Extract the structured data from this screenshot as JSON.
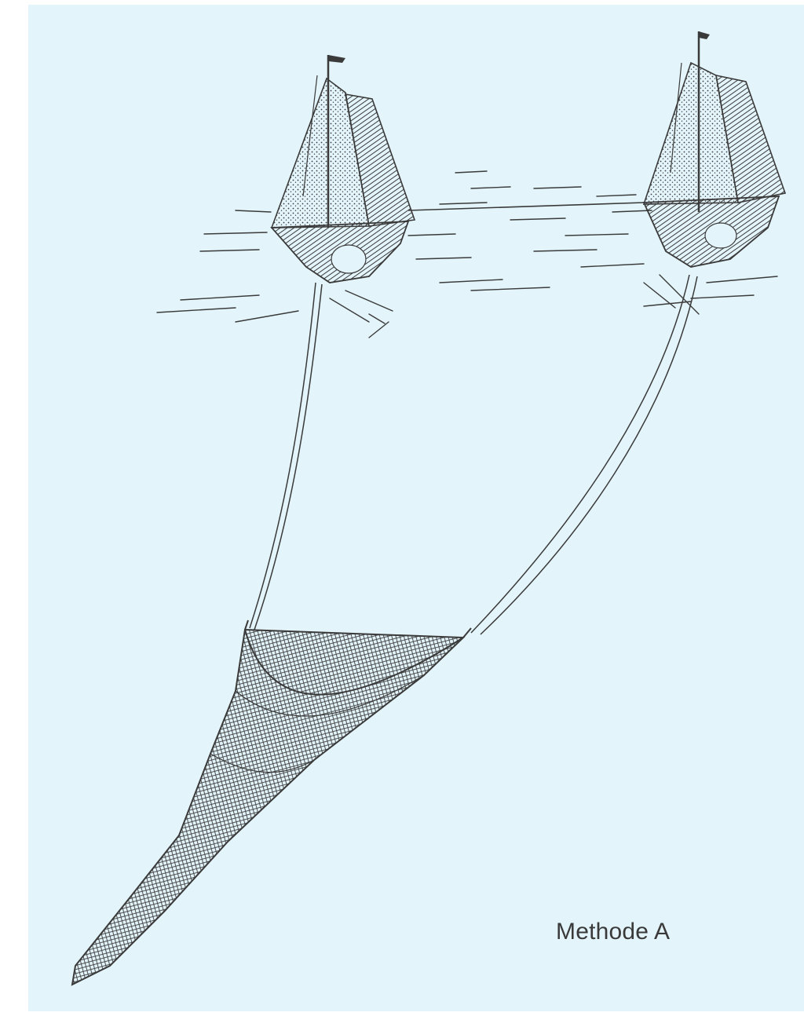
{
  "figure": {
    "caption": "Methode A",
    "background_color": "#e3f4fa",
    "ink_color": "#3a3a3a",
    "elements": [
      "sailboat-left-icon",
      "sailboat-right-icon",
      "water-surface",
      "tow-rope-left",
      "tow-rope-right",
      "trawl-net"
    ]
  }
}
